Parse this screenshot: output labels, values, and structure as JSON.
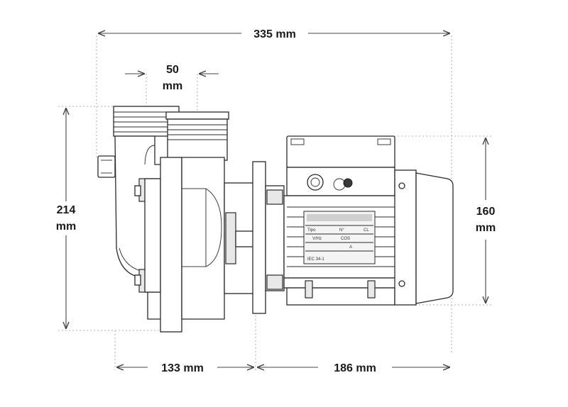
{
  "dimensions": {
    "overall_length": "335 mm",
    "outlet_diameter_value": "50",
    "outlet_diameter_unit": "mm",
    "overall_height_value": "214",
    "overall_height_unit": "mm",
    "motor_height_value": "160",
    "motor_height_unit": "mm",
    "pump_length": "133 mm",
    "motor_length": "186 mm"
  },
  "nameplate": {
    "row1_left": "Tipo",
    "row1_mid": "N°",
    "row1_right": "CL",
    "row2_left": "V/Hz",
    "row2_mid": "COS",
    "row3_mid": "A",
    "footer": "IEC 34-1"
  },
  "colors": {
    "line": "#2a2a2a",
    "dimension": "#444444",
    "text": "#1a1a1a"
  }
}
